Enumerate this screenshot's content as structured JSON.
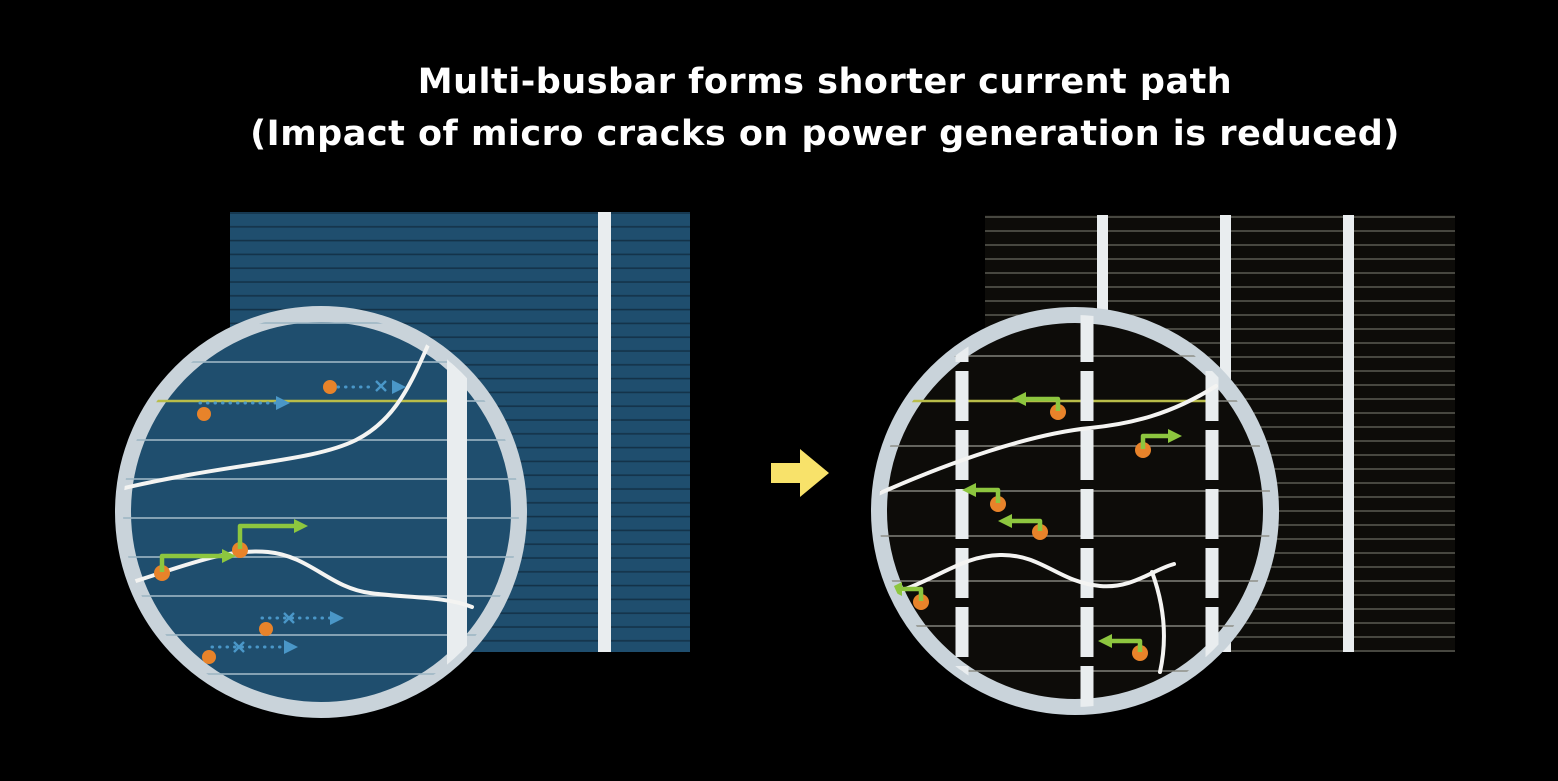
{
  "title": {
    "line1": "Multi-busbar forms shorter current path",
    "line2": "(Impact of micro cracks on power generation is reduced)"
  },
  "icons": {
    "transition_arrow": "right-block-arrow"
  },
  "colors": {
    "background": "#000000",
    "title_text": "#ffffff",
    "cell_blue": "#1f4e6e",
    "cell_blue_line": "#143248",
    "cell_black": "#0d0c09",
    "cell_black_line": "#6e6e66",
    "busbar": "#e9edef",
    "magnifier_ring": "#c9d3da",
    "magnifier_line_blue": "#9db6c4",
    "magnifier_line_black": "#8a8a82",
    "crack": "#f4f4f2",
    "yellow_line": "#b9bd49",
    "arrow_yellow": "#f8e26a",
    "green_arrow": "#8dc63f",
    "orange_dot": "#e8832a",
    "blue_arrow": "#4a97c8"
  }
}
